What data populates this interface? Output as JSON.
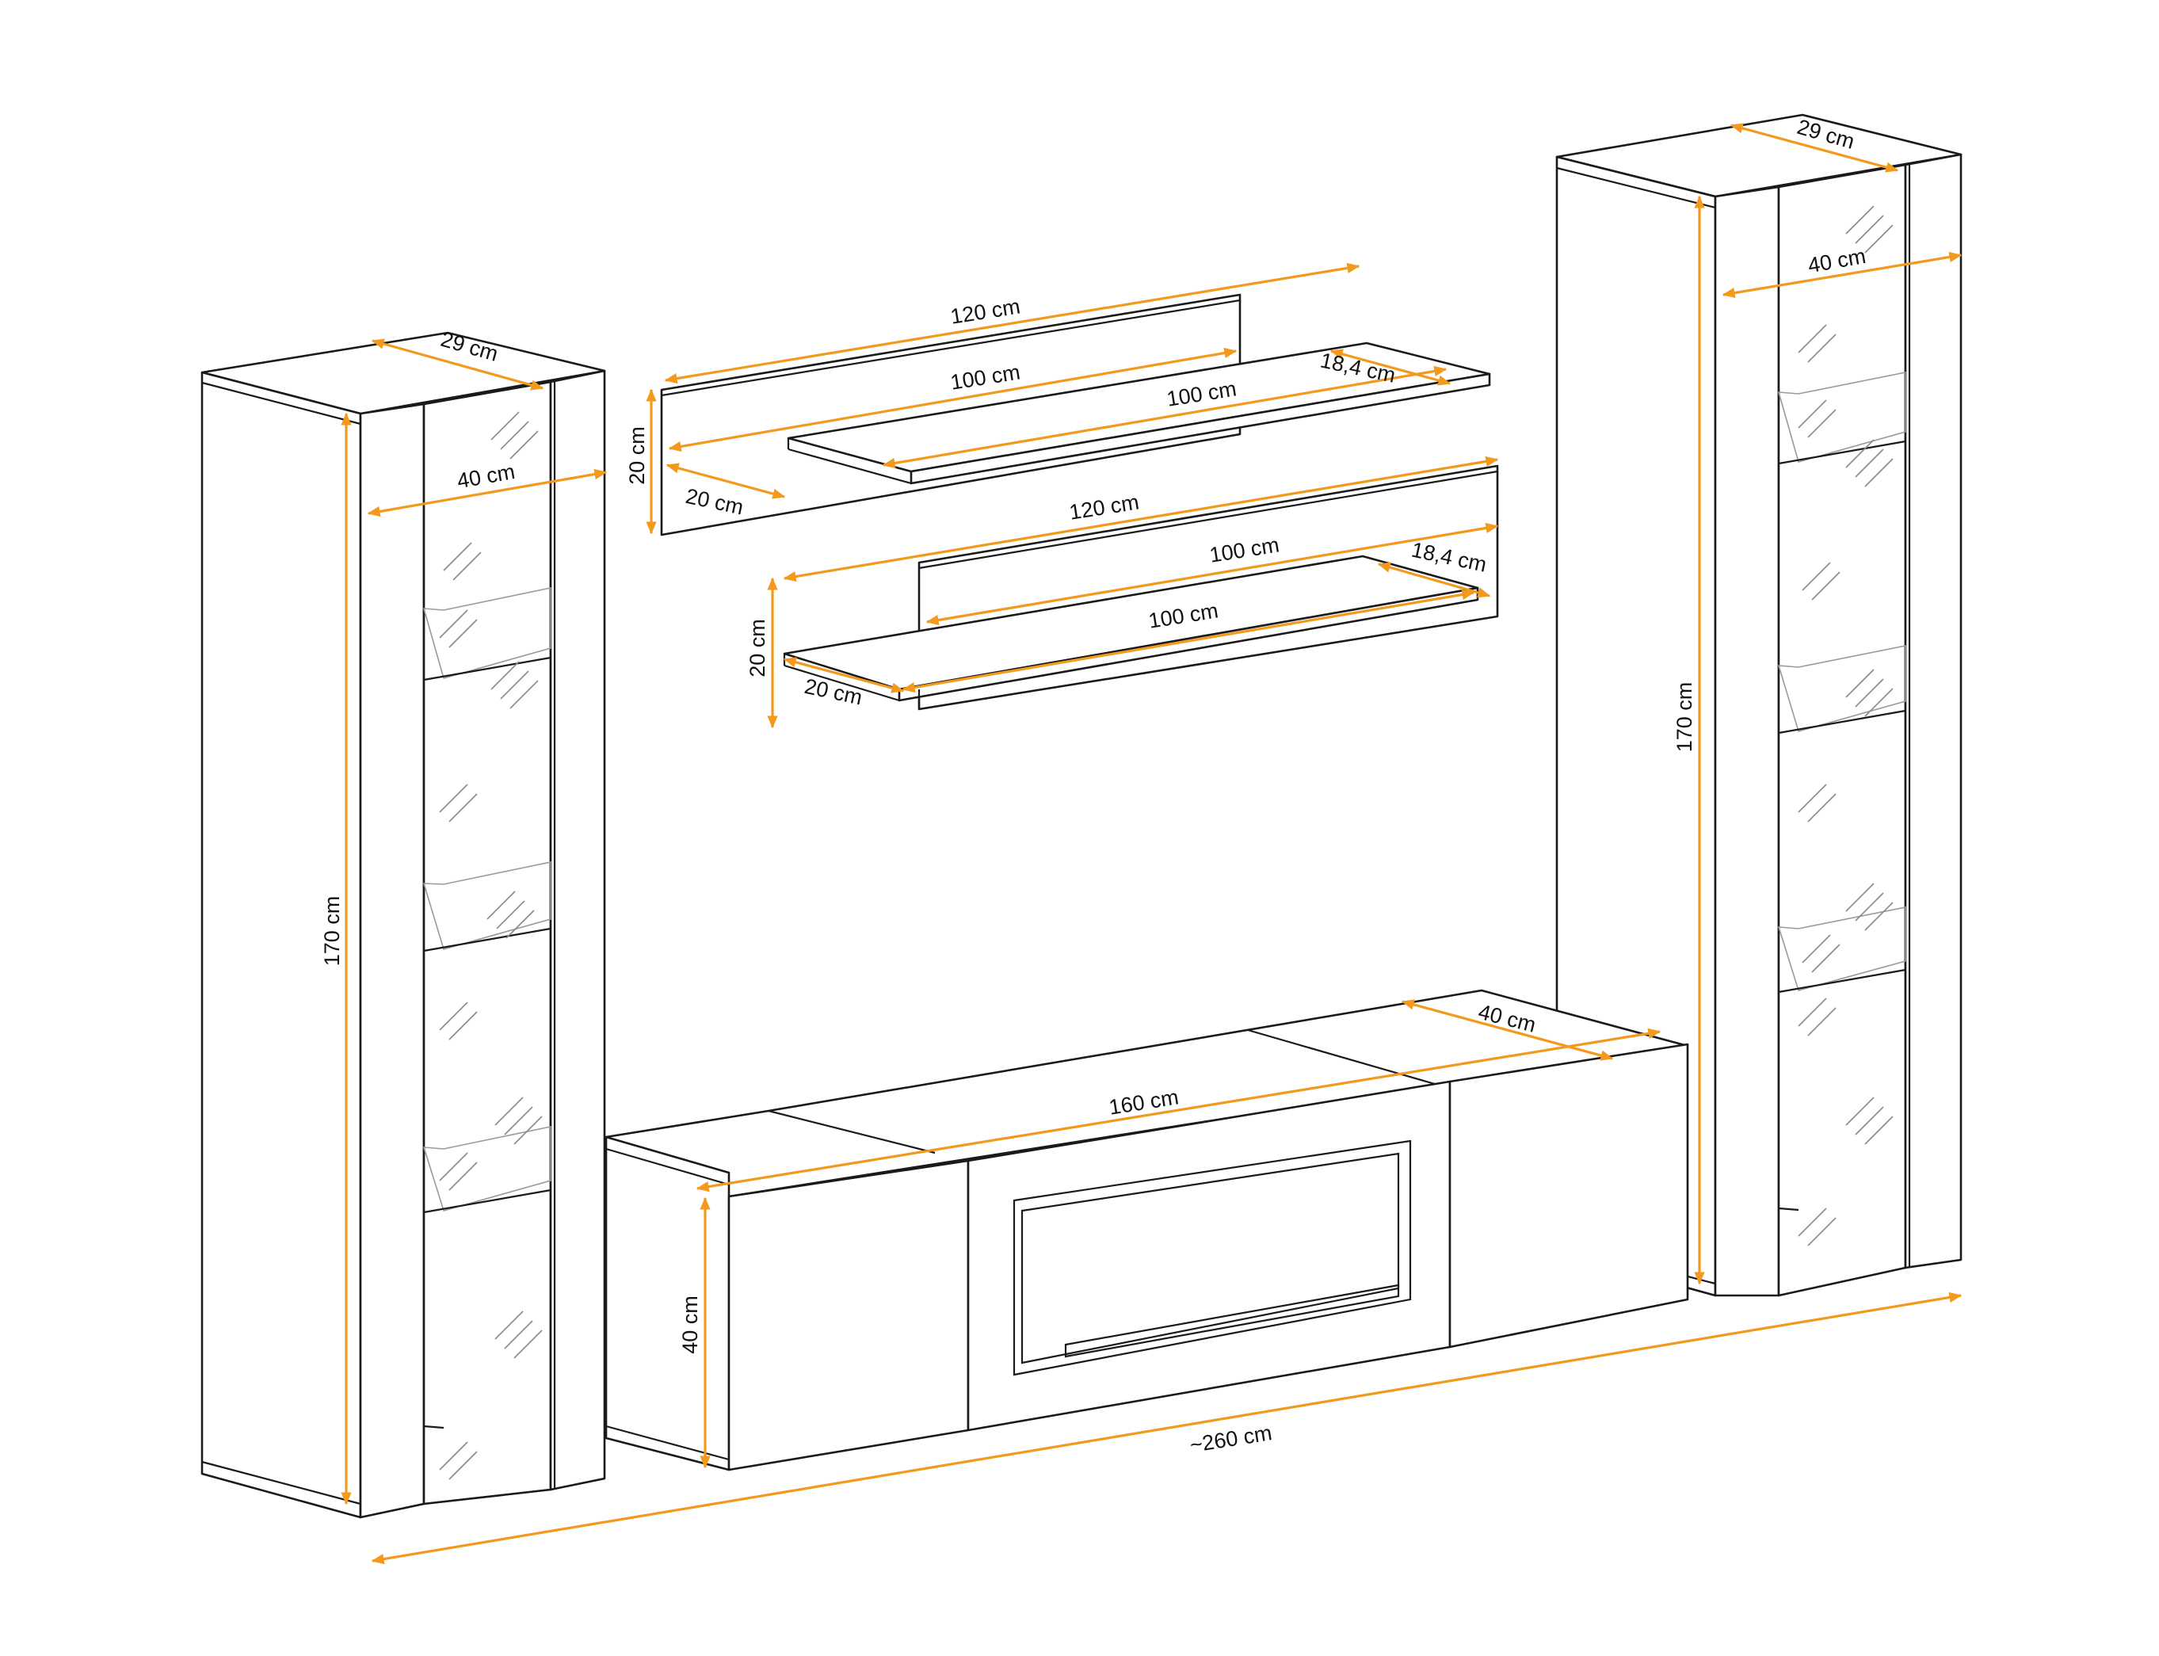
{
  "accent_color": "#F39A1E",
  "line_color": "#1a1a1a",
  "labels": {
    "left_cabinet_depth": "29 cm",
    "left_cabinet_width": "40 cm",
    "left_cabinet_height": "170 cm",
    "right_cabinet_depth": "29 cm",
    "right_cabinet_width": "40 cm",
    "right_cabinet_height": "170 cm",
    "shelf1_back_length": "120 cm",
    "shelf1_inner_length": "100 cm",
    "shelf1_front_length": "100 cm",
    "shelf1_depth": "18,4 cm",
    "shelf1_height": "20 cm",
    "shelf1_side": "20 cm",
    "shelf2_back_length": "120 cm",
    "shelf2_inner_length": "100 cm",
    "shelf2_front_length": "100 cm",
    "shelf2_depth": "18,4 cm",
    "shelf2_height": "20 cm",
    "shelf2_side": "20 cm",
    "tv_unit_length": "160 cm",
    "tv_unit_depth": "40 cm",
    "tv_unit_height": "40 cm",
    "total_length": "~260 cm"
  }
}
